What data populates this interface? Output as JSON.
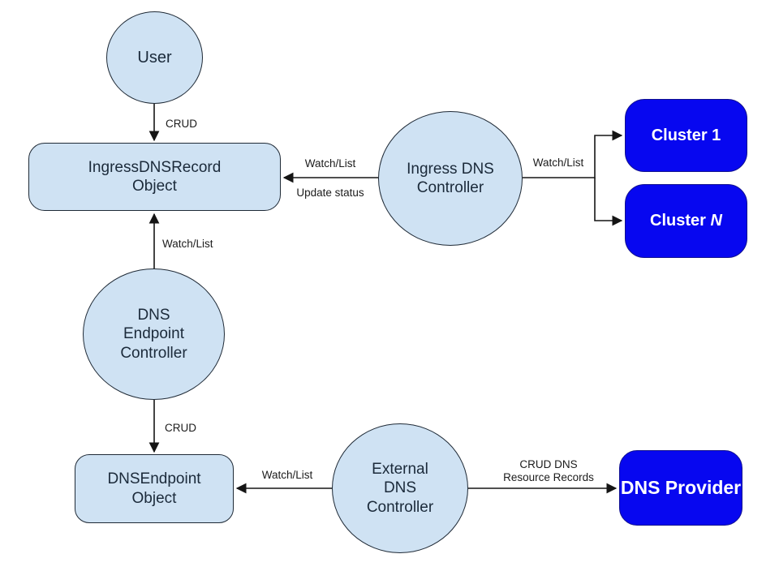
{
  "colors": {
    "node_fill_light": "#cfe2f3",
    "node_fill_blue": "#0707f0",
    "node_stroke": "#1f2a36",
    "edge": "#151515"
  },
  "nodes": {
    "user": {
      "label": "User"
    },
    "ingress_dns_record_object": {
      "label": "IngressDNSRecord\nObject"
    },
    "ingress_dns_controller": {
      "label": "Ingress DNS\nController"
    },
    "cluster_1": {
      "label": "Cluster 1"
    },
    "cluster_n": {
      "label_prefix": "Cluster ",
      "label_suffix": "N"
    },
    "dns_endpoint_controller": {
      "label": "DNS\nEndpoint\nController"
    },
    "dnsendpoint_object": {
      "label": "DNSEndpoint\nObject"
    },
    "external_dns_controller": {
      "label": "External\nDNS\nController"
    },
    "dns_provider": {
      "label": "DNS Provider"
    }
  },
  "edge_labels": {
    "user_to_record_crud": "CRUD",
    "ingress_watch_list": "Watch/List",
    "ingress_update_status": "Update status",
    "clusters_watch_list": "Watch/List",
    "endpoint_watch_list": "Watch/List",
    "endpoint_crud": "CRUD",
    "external_watch_list": "Watch/List",
    "external_crud_dns": "CRUD DNS\nResource Records"
  }
}
